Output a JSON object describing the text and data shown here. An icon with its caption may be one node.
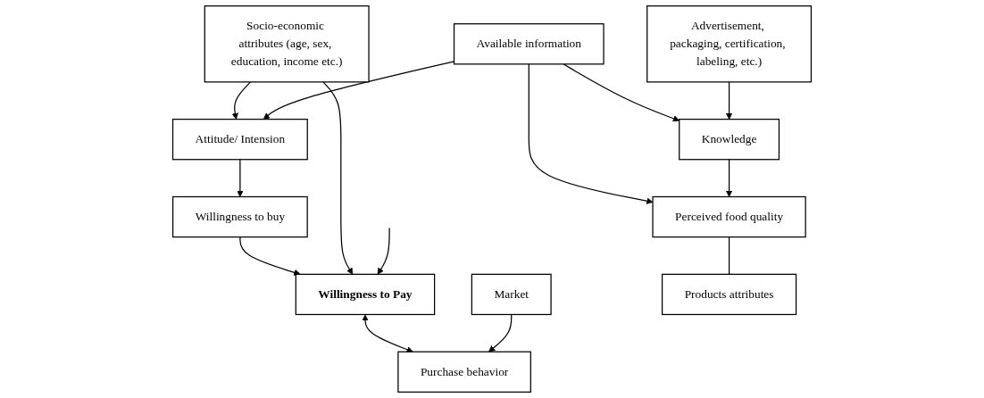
{
  "diagram": {
    "nodes": [
      {
        "text": [
          "Willingness to buy"
        ]
      },
      {
        "text": [
          "Market"
        ]
      },
      {
        "text": [
          "Attitude/ Intension"
        ]
      },
      {
        "text": [
          "Socio-economic attributes (age, sex, education, income etc.)"
        ]
      },
      {
        "text": [
          "Willingness to Pay"
        ]
      },
      {
        "text": [
          "Purchase behavior"
        ]
      },
      {
        "text": [
          "Available information"
        ]
      },
      {
        "text": [
          "Perceived food quality"
        ]
      },
      {
        "text": [
          "Products attributes"
        ]
      },
      {
        "text": [
          "Advertisement, packaging, certification, labeling, etc.)"
        ]
      },
      {
        "text": [
          "Knowledge"
        ]
      }
    ],
    "edges": [
      {
        "from": 2,
        "to": 0,
        "arrow": "to"
      },
      {
        "from": 0,
        "to": 4,
        "arrow": "to"
      },
      {
        "from": 3,
        "to": 2,
        "arrow": "to"
      },
      {
        "from": 3,
        "to": 4,
        "arrow": "to"
      },
      {
        "from": 4,
        "to": 5,
        "arrow": "both"
      },
      {
        "from": 1,
        "to": 5,
        "arrow": "to"
      },
      {
        "from": 6,
        "to": 2,
        "arrow": "to"
      },
      {
        "from": 6,
        "to": 7,
        "arrow": "to"
      },
      {
        "from": 6,
        "to": 10,
        "arrow": "to"
      },
      {
        "from": 10,
        "to": 7,
        "arrow": "to"
      },
      {
        "from": 7,
        "to": 8,
        "arrow": "none"
      },
      {
        "from": null,
        "to": 4,
        "arrow": "to"
      },
      {
        "from": 9,
        "to": 10,
        "arrow": "to"
      }
    ]
  }
}
